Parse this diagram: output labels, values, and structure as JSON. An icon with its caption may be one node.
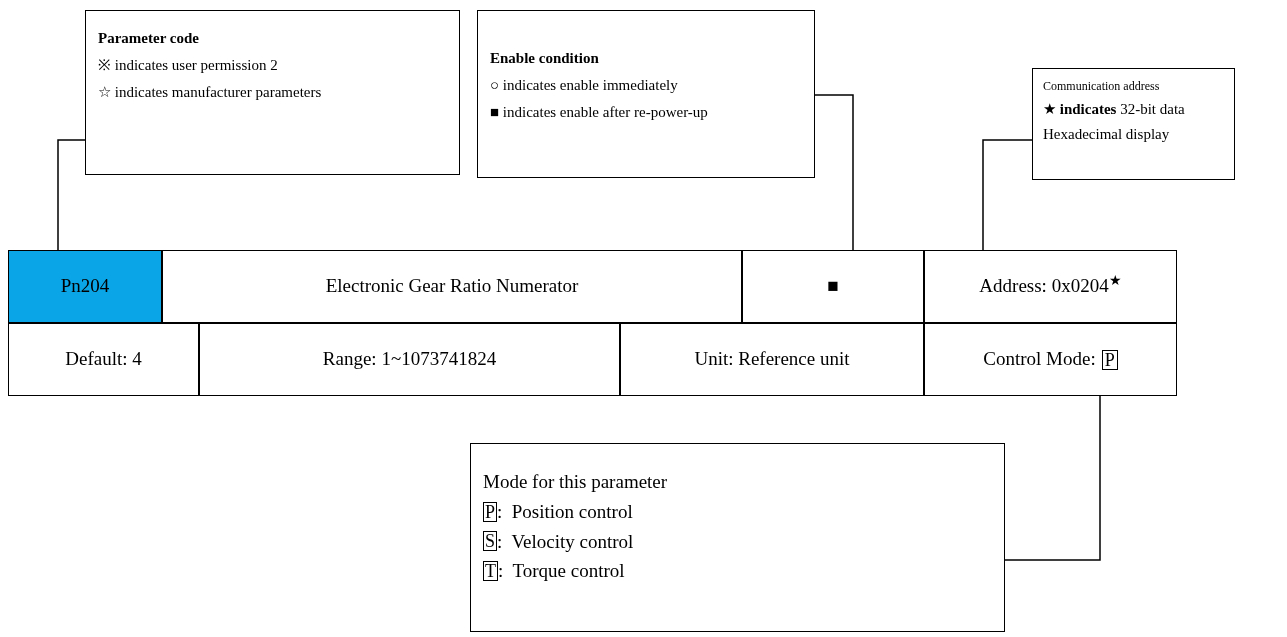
{
  "diagram": {
    "nodes": [
      {
        "text": [
          "Parameter code",
          "※ indicates user permission 2",
          "☆ indicates manufacturer parameters"
        ]
      },
      {
        "text": [
          "Enable condition",
          "○ indicates enable immediately",
          "■ indicates enable after re-power-up"
        ]
      },
      {
        "text": [
          "Communication address",
          "★ **indicates** 32-bit data",
          "Hexadecimal display"
        ]
      },
      {
        "text": [
          "Pn204"
        ]
      },
      {
        "text": [
          "Electronic Gear Ratio Numerator"
        ]
      },
      {
        "text": [
          "■"
        ]
      },
      {
        "text": [
          "Address: 0x0204$^{★}$"
        ]
      },
      {
        "text": [
          "Default: 4"
        ]
      },
      {
        "text": [
          "Range: 1~1073741824"
        ]
      },
      {
        "text": [
          "Unit: Reference unit"
        ]
      },
      {
        "text": [
          "Control Mode:",
          "P"
        ]
      },
      {
        "text": [
          "Mode for this parameter",
          "P",
          ":  Position control",
          "S",
          ":  Velocity control",
          "T",
          ":  Torque control"
        ]
      }
    ],
    "edges": [
      {
        "from": 0,
        "to": 3,
        "arrow": "none"
      },
      {
        "from": 1,
        "to": 5,
        "arrow": "none"
      },
      {
        "from": 2,
        "to": 6,
        "arrow": "none"
      },
      {
        "from": 10,
        "to": 11,
        "arrow": "none"
      }
    ]
  }
}
